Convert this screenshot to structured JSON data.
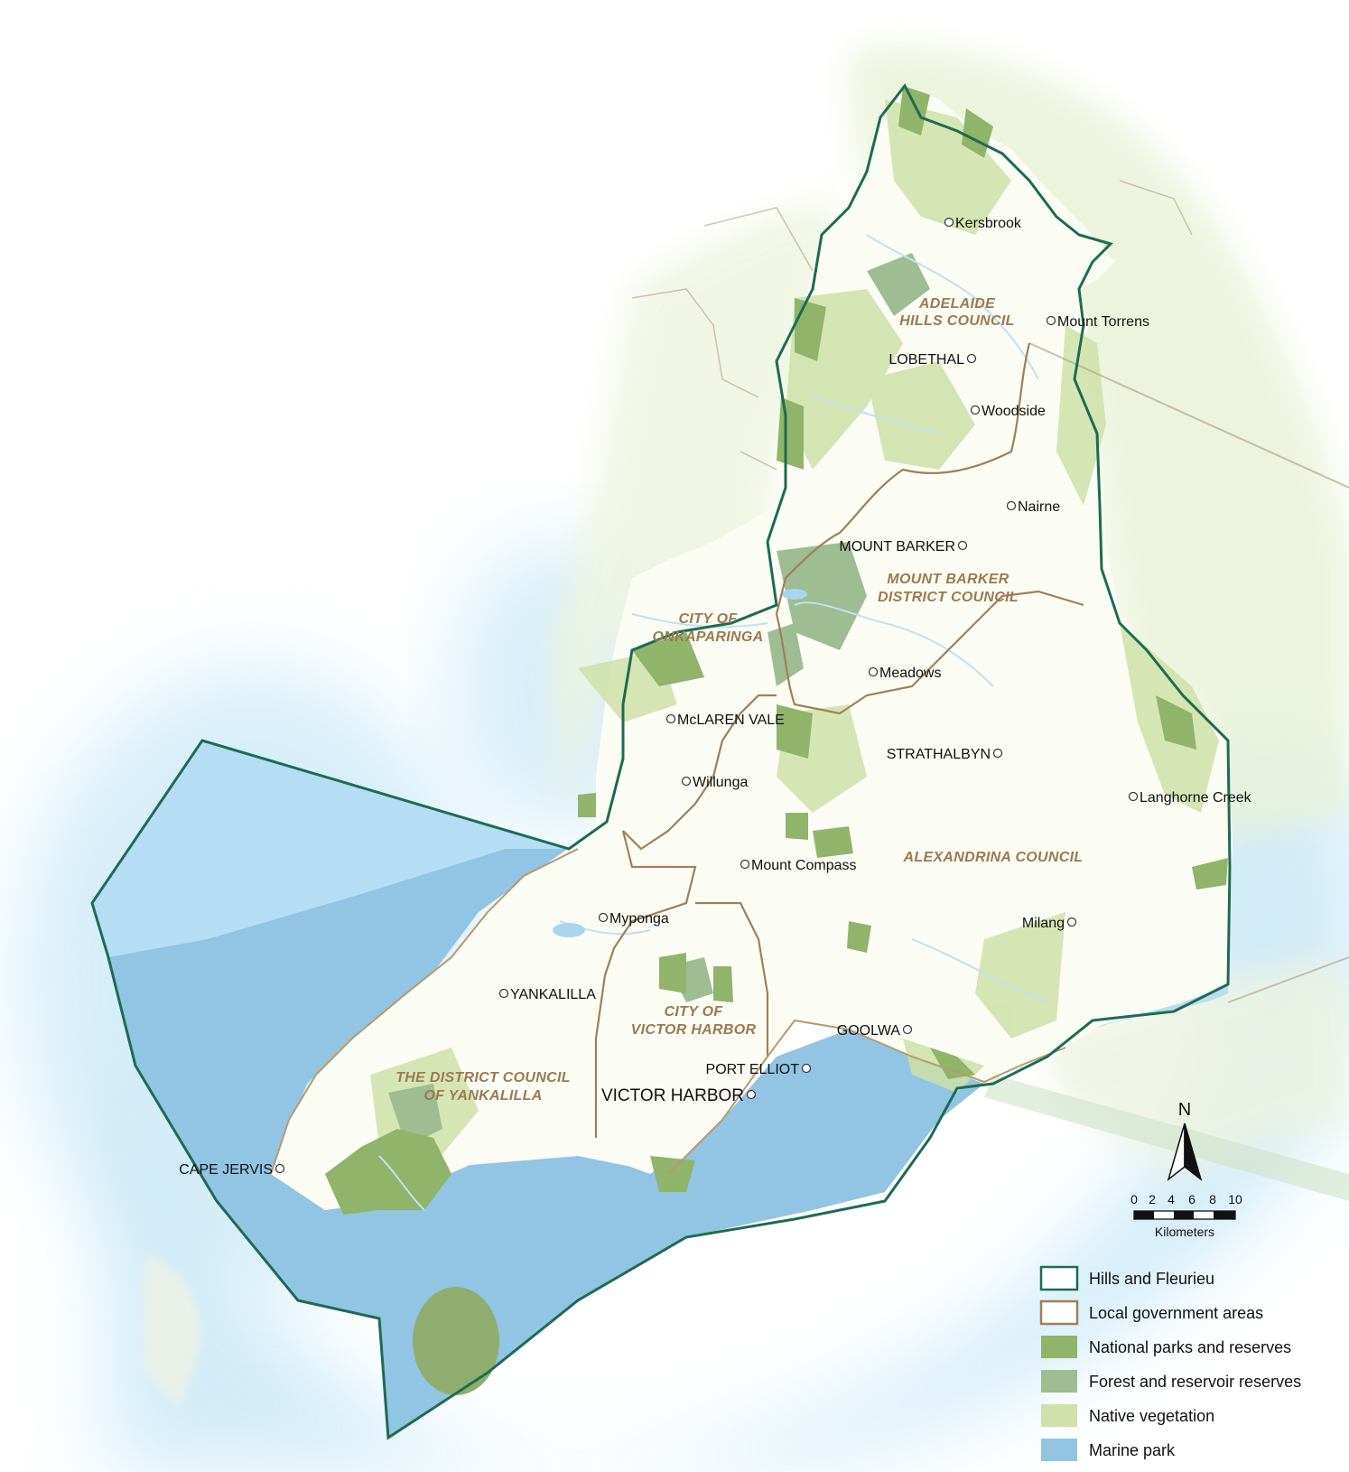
{
  "colors": {
    "hills_fleurieu_boundary": "#1e6b52",
    "lga_boundary": "#a0805a",
    "national_parks": "#8fb46a",
    "forest_reserves": "#9ebd93",
    "native_vegetation": "#cfe0a8",
    "marine_park": "#92c4e3",
    "land": "#fbfcf4",
    "sea_glow": "#c6e7f7",
    "water": "#b8dff0"
  },
  "towns": [
    {
      "id": "kersbrook",
      "name": "Kersbrook"
    },
    {
      "id": "mount-torrens",
      "name": "Mount Torrens"
    },
    {
      "id": "lobethal",
      "name": "LOBETHAL"
    },
    {
      "id": "woodside",
      "name": "Woodside"
    },
    {
      "id": "nairne",
      "name": "Nairne"
    },
    {
      "id": "mount-barker",
      "name": "MOUNT BARKER"
    },
    {
      "id": "meadows",
      "name": "Meadows"
    },
    {
      "id": "mclaren-vale",
      "name": "McLAREN VALE"
    },
    {
      "id": "strathalbyn",
      "name": "STRATHALBYN"
    },
    {
      "id": "willunga",
      "name": "Willunga"
    },
    {
      "id": "langhorne-creek",
      "name": "Langhorne Creek"
    },
    {
      "id": "mount-compass",
      "name": "Mount Compass"
    },
    {
      "id": "myponga",
      "name": "Myponga"
    },
    {
      "id": "milang",
      "name": "Milang"
    },
    {
      "id": "yankalilla",
      "name": "YANKALILLA"
    },
    {
      "id": "goolwa",
      "name": "GOOLWA"
    },
    {
      "id": "port-elliot",
      "name": "PORT ELLIOT"
    },
    {
      "id": "victor-harbor",
      "name": "VICTOR HARBOR"
    },
    {
      "id": "cape-jervis",
      "name": "CAPE JERVIS"
    }
  ],
  "lga_labels": [
    {
      "id": "adelaide-hills",
      "lines": [
        "ADELAIDE",
        "HILLS COUNCIL"
      ]
    },
    {
      "id": "mount-barker-dc",
      "lines": [
        "MOUNT BARKER",
        "DISTRICT COUNCIL"
      ]
    },
    {
      "id": "onkaparinga",
      "lines": [
        "CITY OF",
        "ONKAPARINGA"
      ]
    },
    {
      "id": "alexandrina",
      "lines": [
        "ALEXANDRINA COUNCIL"
      ]
    },
    {
      "id": "victor-harbor-city",
      "lines": [
        "CITY OF",
        "VICTOR HARBOR"
      ]
    },
    {
      "id": "yankalilla-dc",
      "lines": [
        "THE DISTRICT COUNCIL",
        "OF YANKALILLA"
      ]
    }
  ],
  "north_arrow": {
    "label": "N"
  },
  "scale_bar": {
    "ticks": [
      "0",
      "2",
      "4",
      "6",
      "8",
      "10"
    ],
    "unit": "Kilometers"
  },
  "legend": {
    "items": [
      {
        "id": "hills-fleurieu",
        "label": "Hills and Fleurieu",
        "icon": "outline-box"
      },
      {
        "id": "lga",
        "label": "Local government areas",
        "icon": "outline-box"
      },
      {
        "id": "national-parks",
        "label": "National parks and reserves",
        "icon": "filled-box"
      },
      {
        "id": "forest-reserves",
        "label": "Forest and reservoir reserves",
        "icon": "filled-box"
      },
      {
        "id": "native-veg",
        "label": "Native vegetation",
        "icon": "filled-box"
      },
      {
        "id": "marine-park",
        "label": "Marine park",
        "icon": "filled-box"
      }
    ]
  }
}
